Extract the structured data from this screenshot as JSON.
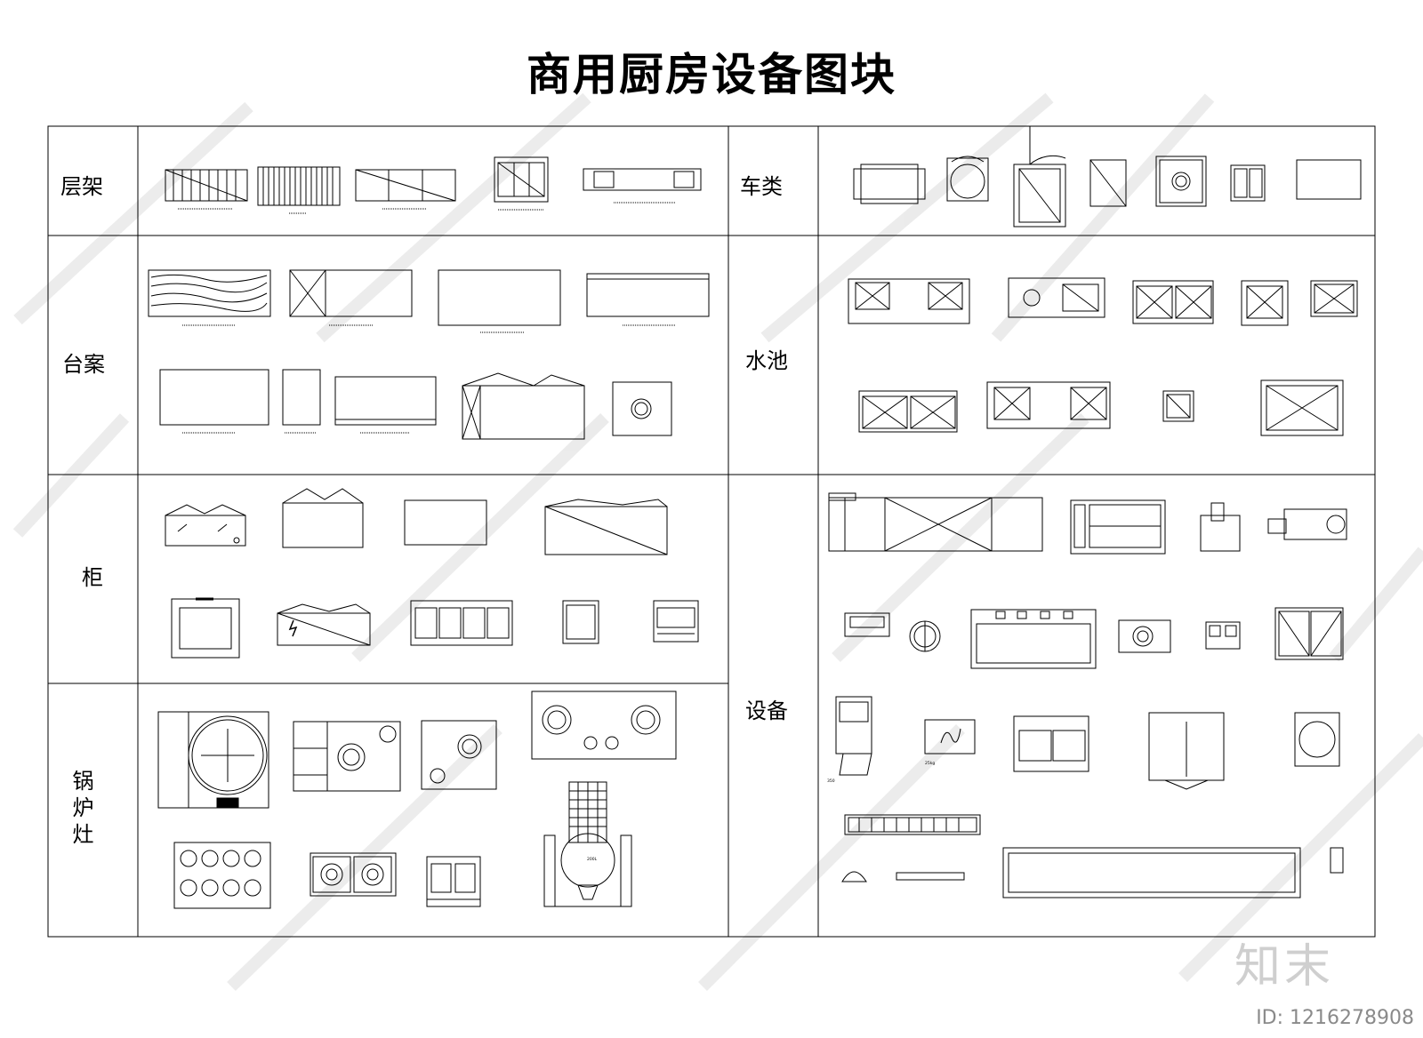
{
  "title": "商用厨房设备图块",
  "categories": {
    "shelf": "层架",
    "table": "台案",
    "cabinet": "柜",
    "stove": "锅炉灶",
    "cart": "车类",
    "sink": "水池",
    "equipment": "设备"
  },
  "block_labels": {
    "tank_200l": "200L",
    "fryer_25kg": "25kg",
    "line_350": "350"
  },
  "footer": {
    "brand": "知末",
    "id_text": "ID: 1216278908"
  },
  "colors": {
    "line": "#000000",
    "watermark": "#d8d8d8"
  }
}
